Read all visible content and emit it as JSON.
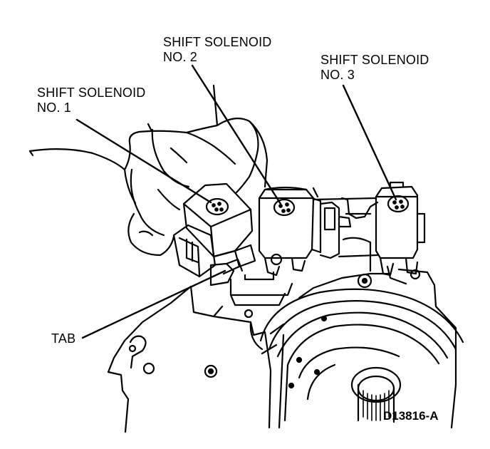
{
  "labels": {
    "solenoid1": {
      "line1": "SHIFT SOLENOID",
      "line2": "NO. 1"
    },
    "solenoid2": {
      "line1": "SHIFT SOLENOID",
      "line2": "NO. 2"
    },
    "solenoid3": {
      "line1": "SHIFT SOLENOID",
      "line2": "NO. 3"
    },
    "tab": "TAB"
  },
  "figure_id": "D13816-A",
  "colors": {
    "ink": "#000000",
    "paper": "#ffffff"
  }
}
